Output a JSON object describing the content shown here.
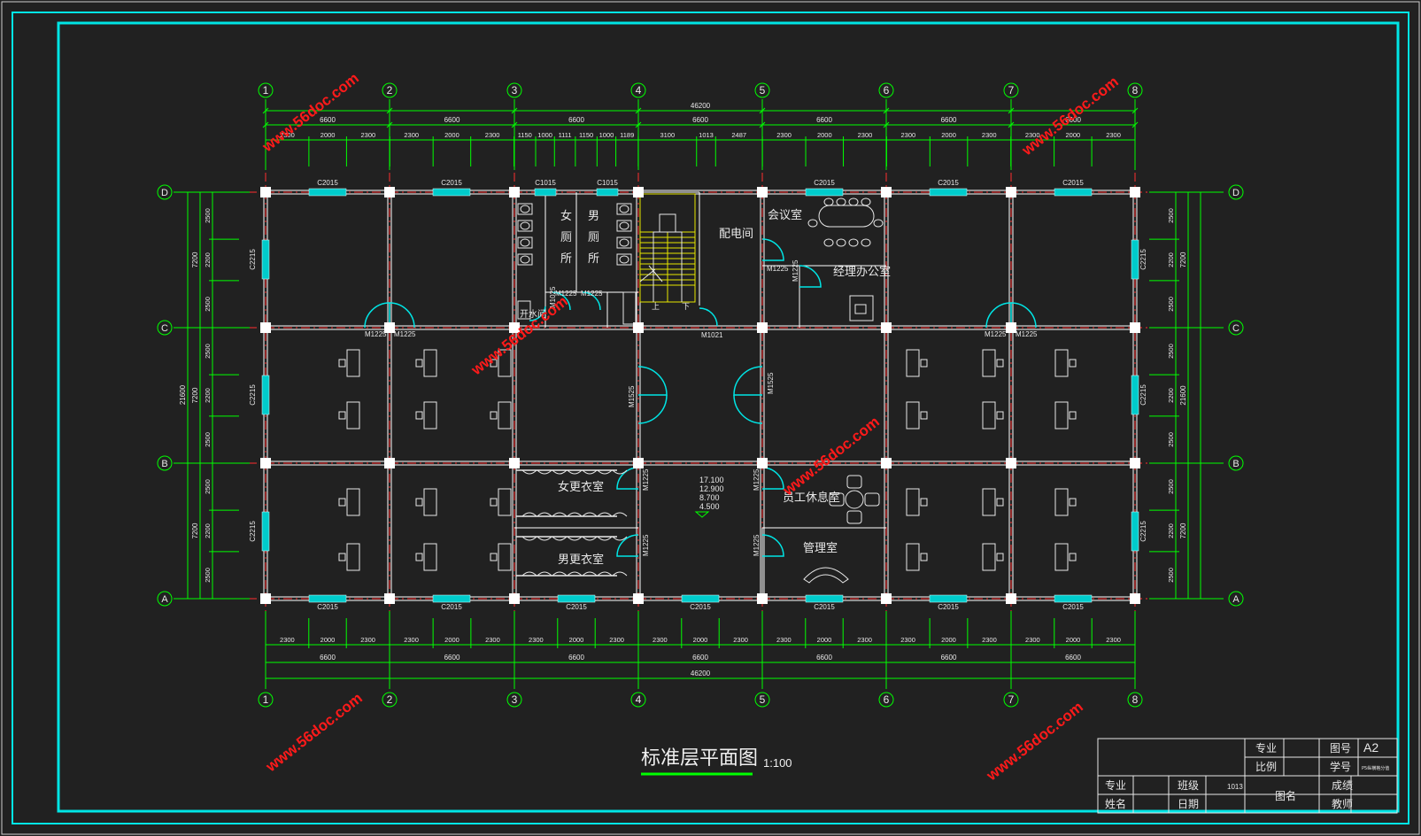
{
  "drawing": {
    "title": "标准层平面图",
    "scale": "1:100",
    "axes_x": [
      "1",
      "2",
      "3",
      "4",
      "5",
      "6",
      "7",
      "8"
    ],
    "axes_y": [
      "D",
      "C",
      "B",
      "A"
    ],
    "total_width": "46200",
    "total_depth": "21600",
    "bay_spans": [
      "6600",
      "6600",
      "6600",
      "6600",
      "6600",
      "6600",
      "6600"
    ],
    "top_details": [
      "2300",
      "2000",
      "2300",
      "2300",
      "2000",
      "2300",
      "1150",
      "1000",
      "1111",
      "1150",
      "1000",
      "1189",
      "3100",
      "1013",
      "2487",
      "2300",
      "2000",
      "2300",
      "2300",
      "2000",
      "2300",
      "2300",
      "2000",
      "2300"
    ],
    "bottom_details": [
      "2300",
      "2000",
      "2300",
      "2300",
      "2000",
      "2300",
      "2300",
      "2000",
      "2300",
      "2300",
      "2000",
      "2300",
      "2300",
      "2000",
      "2300",
      "2300",
      "2000",
      "2300",
      "2300",
      "2000",
      "2300"
    ],
    "left_spans": [
      "7200",
      "7200",
      "7200"
    ],
    "left_details": [
      "2500",
      "2200",
      "2500",
      "2500",
      "2200",
      "2500",
      "2500",
      "2200",
      "2500"
    ],
    "right_spans": [
      "7200",
      "21600",
      "7200"
    ],
    "elevations": [
      "17.100",
      "12.900",
      "8.700",
      "4.500"
    ]
  },
  "rooms": {
    "womens_toilet": [
      "女",
      "厕",
      "所"
    ],
    "mens_toilet": [
      "男",
      "厕",
      "所"
    ],
    "water_room": "开水间",
    "power_room": "配电间",
    "meeting_room": "会议室",
    "manager_office": "经理办公室",
    "womens_changing": "女更衣室",
    "mens_changing": "男更衣室",
    "staff_lounge": "员工休息室",
    "admin_room": "管理室",
    "stair_up": "上",
    "stair_down": "下"
  },
  "labels": {
    "c2015": "C2015",
    "c1015": "C1015",
    "c2215": "C2215",
    "m1225": "M1225",
    "m1525": "M1525",
    "m1021": "M1021",
    "m1025": "M1025"
  },
  "watermark": "www.56doc.com",
  "title_block": {
    "major": "专业",
    "scale": "比例",
    "drawing_no": "图号",
    "sheet": "A2",
    "student_no": "学号",
    "student_no_value": "P5纵横格分值",
    "class": "班级",
    "class_value": "1013",
    "drawing_name": "图名",
    "grade": "成绩",
    "name": "姓名",
    "date": "日期",
    "teacher": "教师"
  },
  "colors": {
    "frame": "#00e5e5",
    "dimension": "#00ff00",
    "axis": "#ff3030",
    "wall": "#ffffff",
    "stair": "#e6e600"
  }
}
